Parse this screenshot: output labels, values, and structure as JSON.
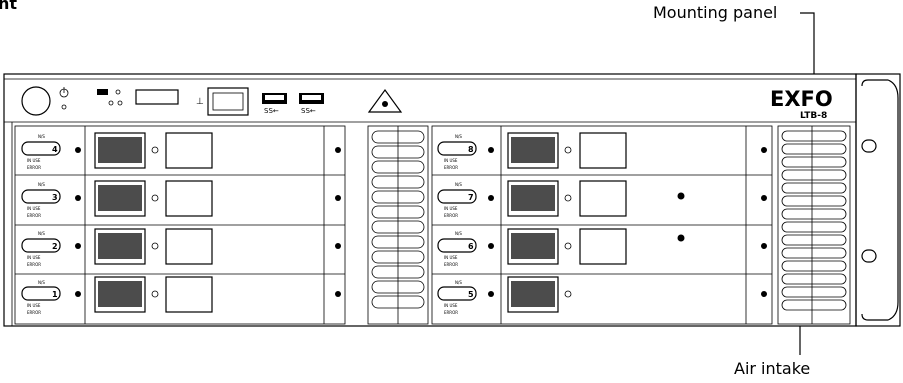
{
  "header": {
    "title_fragment": "nt"
  },
  "callouts": {
    "mounting_panel": "Mounting panel",
    "air_intake": "Air intake"
  },
  "device": {
    "brand": "EXFO",
    "model": "LTB-8",
    "left_bay": {
      "slots": [
        {
          "number": "4"
        },
        {
          "number": "3"
        },
        {
          "number": "2"
        },
        {
          "number": "1"
        }
      ]
    },
    "right_bay": {
      "slots": [
        {
          "number": "8"
        },
        {
          "number": "7"
        },
        {
          "number": "6"
        },
        {
          "number": "5"
        }
      ]
    },
    "led_labels": {
      "top": "N/S",
      "middle": "IN USE",
      "bottom": "ERROR"
    }
  }
}
